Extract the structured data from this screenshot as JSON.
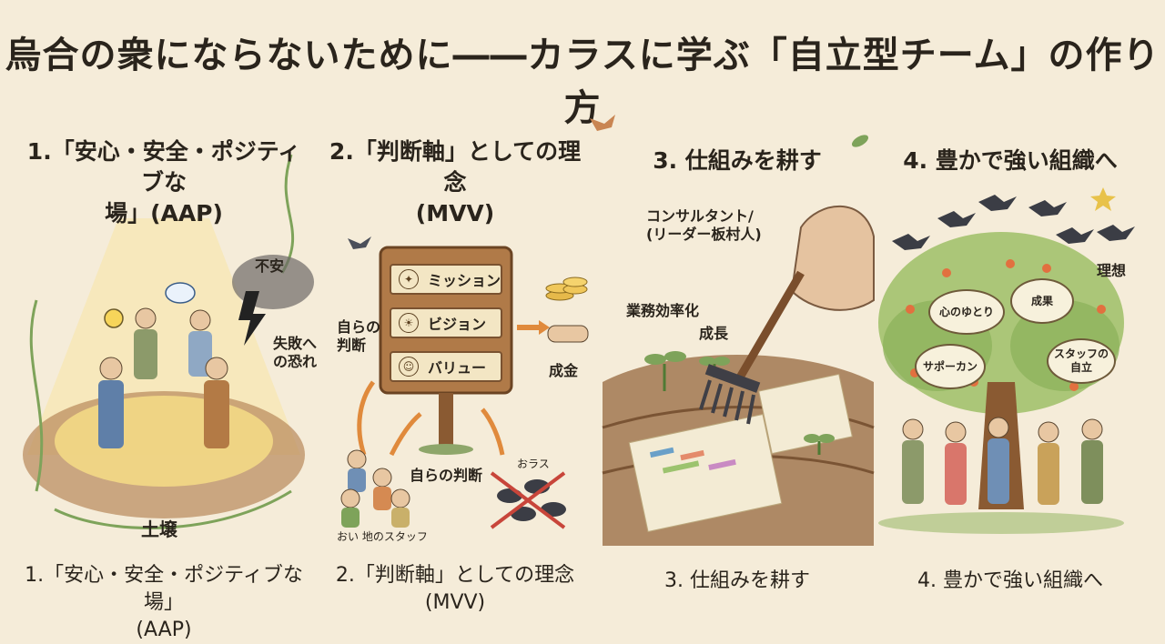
{
  "title": "烏合の衆にならないために――カラスに学ぶ「自立型チーム」の作り方",
  "panels": [
    {
      "heading_line1": "1.「安心・安全・ポジティブな",
      "heading_line2": "場」(AAP)",
      "caption_line1": "1.「安心・安全・ポジティブな場」",
      "caption_line2": "(AAP)",
      "labels": {
        "anxiety": "不安",
        "fear_line1": "失敗へ",
        "fear_line2": "の恐れ",
        "soil": "土壌"
      }
    },
    {
      "heading_line1": "2.「判断軸」としての理念",
      "heading_line2": "(MVV)",
      "caption_line1": "2.「判断軸」としての理念",
      "caption_line2": "(MVV)",
      "labels": {
        "mission": "ミッション",
        "vision": "ビジョン",
        "value": "バリュー",
        "own_judgment_line1": "自らの",
        "own_judgment_line2": "判断",
        "own_judgment_bottom": "自らの判断",
        "crows": "おラス",
        "staff": "おい 地のスタッフ",
        "result": "成金"
      }
    },
    {
      "heading": "3. 仕組みを耕す",
      "caption": "3. 仕組みを耕す",
      "labels": {
        "consultant_line1": "コンサルタント/",
        "consultant_line2": "(リーダー板村人)",
        "efficiency": "業務効率化",
        "growth": "成長"
      }
    },
    {
      "heading": "4. 豊かで強い組織へ",
      "caption": "4. 豊かで強い組織へ",
      "labels": {
        "ideal": "理想",
        "peace_of_mind": "心のゆとり",
        "results": "成果",
        "support": "サポーカン",
        "staff_independence_line1": "スタッフの",
        "staff_independence_line2": "自立"
      }
    }
  ],
  "colors": {
    "background": "#f5ecd9",
    "soil": "#a8804f",
    "leaf": "#7ea35a",
    "wood": "#8a5a32",
    "crow": "#3b3d45",
    "glow": "#f6dc86"
  },
  "icons": [
    "lightbulb-icon",
    "speech-bubble-icon",
    "lightning-icon",
    "compass-icon",
    "sunrise-icon",
    "people-icon",
    "coins-icon",
    "handshake-icon",
    "rake-icon",
    "crow-icon",
    "star-icon",
    "bird-icon"
  ]
}
